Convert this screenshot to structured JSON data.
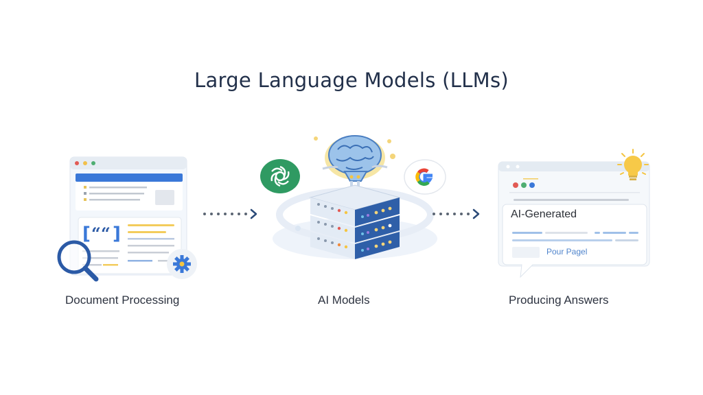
{
  "title": "Large Language Models (LLMs)",
  "stages": [
    {
      "label": "Document Processing",
      "icon": "document-magnifier-gear-icon"
    },
    {
      "label": "AI Models",
      "icon": "brain-server-stack-icon"
    },
    {
      "label": "Producing Answers",
      "icon": "ai-answer-browser-icon"
    }
  ],
  "answer_card": {
    "heading": "AI-Generated",
    "link_text": "Pour Pagel"
  },
  "model_logos": [
    "openai-logo-icon",
    "google-g-logo-icon"
  ],
  "arrows": [
    "dotted-arrow-right-icon",
    "dotted-arrow-right-icon"
  ],
  "colors": {
    "title": "#22304a",
    "accent_blue": "#3a78d8",
    "dark_blue": "#2b5aa6",
    "yellow": "#f4c542",
    "green": "#2f9a62",
    "gray_line": "#c9ced6"
  }
}
